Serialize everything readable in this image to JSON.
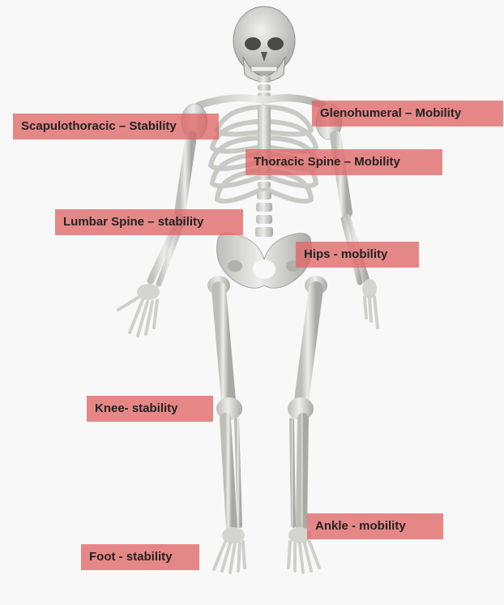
{
  "diagram": {
    "labels": {
      "scapulothoracic": "Scapulothoracic – Stability",
      "glenohumeral": "Glenohumeral – Mobility",
      "thoracic_spine": "Thoracic Spine – Mobility",
      "lumbar_spine": "Lumbar Spine – stability",
      "hips": "Hips - mobility",
      "knee": "Knee- stability",
      "ankle": "Ankle - mobility",
      "foot": "Foot - stability"
    },
    "colors": {
      "label_background": "#e06666",
      "bone": "#d8d8d4",
      "bone_shadow": "#9a9a96",
      "background": "#f8f8f8"
    }
  }
}
